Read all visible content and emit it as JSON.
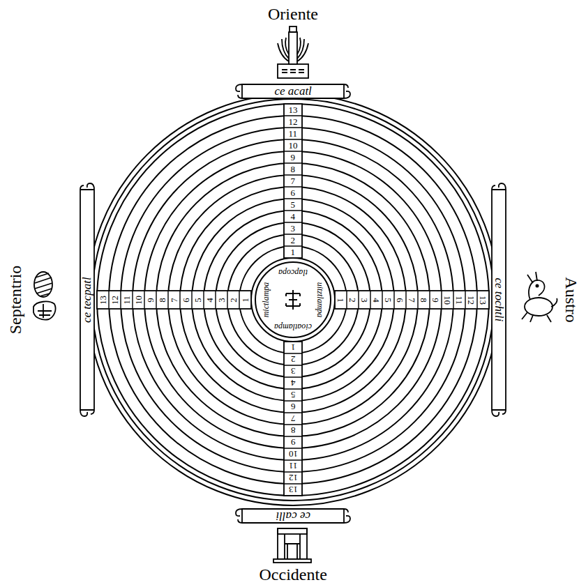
{
  "diagram": {
    "nodes": [
      {
        "text": [
          "ce acatl"
        ]
      },
      {
        "text": [
          "ce tecpatl"
        ]
      },
      {
        "text": [
          "tlapcopa",
          "mictlampa",
          "uitztlampa",
          "cioatlampa"
        ]
      },
      {
        "text": [
          "ce tochtli"
        ]
      },
      {
        "text": [
          "ce calli"
        ]
      }
    ],
    "labels": [
      "Oriente",
      "Septentrio",
      "Austro",
      "Occidente",
      "1",
      "2",
      "3",
      "4",
      "5",
      "6",
      "7",
      "8",
      "9",
      "10",
      "11",
      "12",
      "13",
      "1",
      "2",
      "3",
      "4",
      "5",
      "6",
      "7",
      "8",
      "9",
      "10",
      "11",
      "12",
      "13",
      "1",
      "2",
      "3",
      "4",
      "5",
      "6",
      "7",
      "8",
      "9",
      "10",
      "11",
      "12",
      "13",
      "1",
      "2",
      "3",
      "4",
      "5",
      "6",
      "7",
      "8",
      "9",
      "10",
      "11",
      "12",
      "13"
    ]
  }
}
